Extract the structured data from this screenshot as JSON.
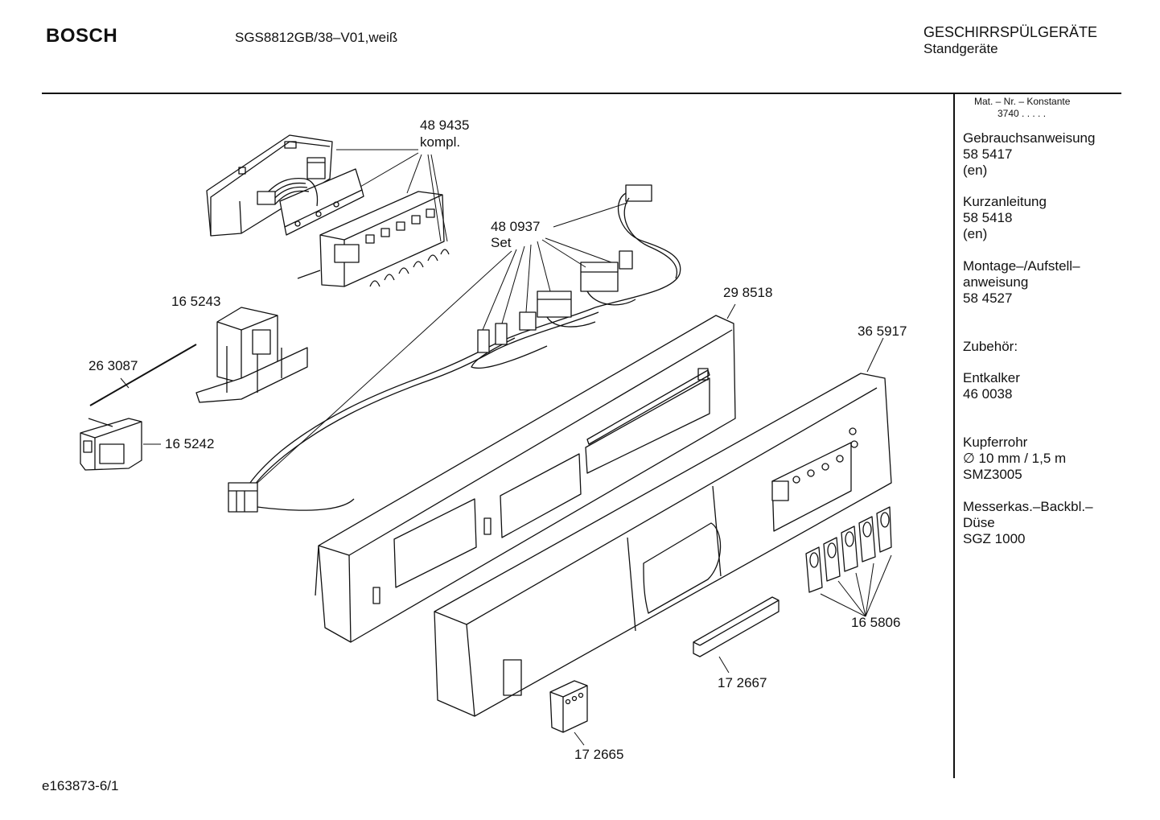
{
  "header": {
    "brand": "BOSCH",
    "model": "SGS8812GB/38–V01,weiß",
    "category": "GESCHIRRSPÜLGERÄTE",
    "subcategory": "Standgeräte"
  },
  "sidebar": {
    "mat_label": "Mat. – Nr. – Konstante",
    "mat_value": "3740 .  .  .  .  .",
    "blocks": [
      {
        "title": "Gebrauchsanweisung",
        "lines": [
          "58 5417",
          "(en)"
        ]
      },
      {
        "title": "Kurzanleitung",
        "lines": [
          "58 5418",
          "(en)"
        ]
      },
      {
        "title": "Montage–/Aufstell–",
        "lines": [
          "anweisung",
          "58 4527"
        ]
      },
      {
        "title": "Zubehör:",
        "lines": []
      },
      {
        "title": "Entkalker",
        "lines": [
          "46 0038"
        ]
      },
      {
        "title": "Kupferrohr",
        "lines": [
          "∅ 10 mm / 1,5 m",
          "SMZ3005"
        ]
      },
      {
        "title": "Messerkas.–Backbl.–",
        "lines": [
          "Düse",
          "SGZ 1000"
        ]
      }
    ]
  },
  "parts": {
    "p489435": "48 9435",
    "p489435_sub": "kompl.",
    "p480937": "48 0937",
    "p480937_sub": "Set",
    "p165243": "16 5243",
    "p263087": "26 3087",
    "p165242": "16 5242",
    "p298518": "29 8518",
    "p365917": "36 5917",
    "p165806": "16 5806",
    "p172667": "17 2667",
    "p172665": "17 2665"
  },
  "footer": {
    "doc_id": "e163873-6/1"
  }
}
